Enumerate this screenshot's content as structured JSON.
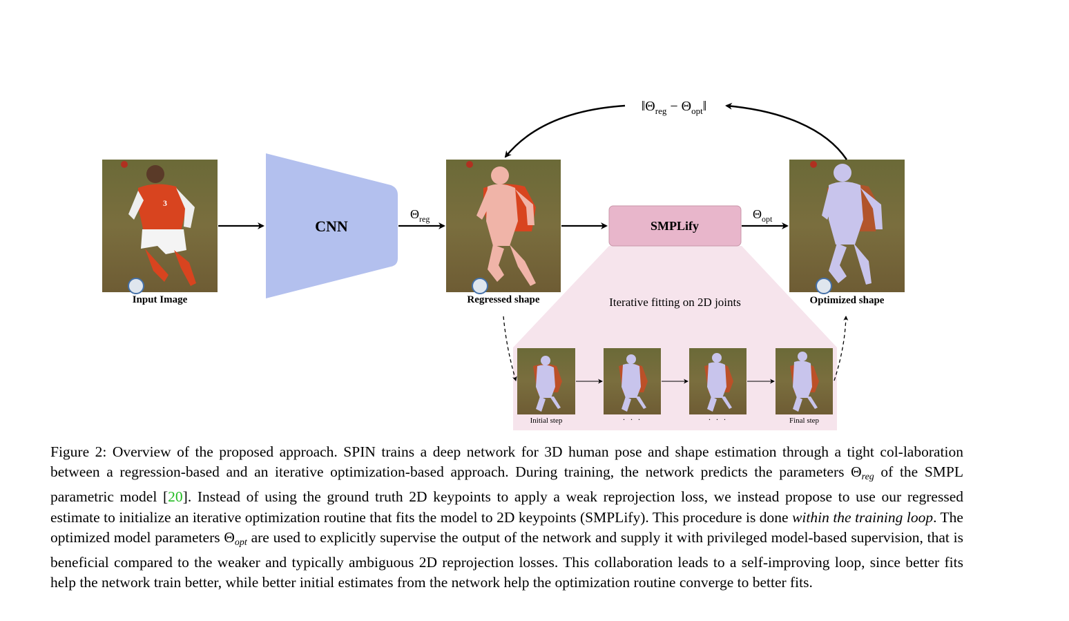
{
  "figure": {
    "input_label": "Input Image",
    "cnn_label": "CNN",
    "theta_reg_symbol": "Θ",
    "theta_reg_sub": "reg",
    "regressed_label": "Regressed shape",
    "smplify_label": "SMPLify",
    "theta_opt_symbol": "Θ",
    "theta_opt_sub": "opt",
    "optimized_label": "Optimized shape",
    "loop_norm_open": "‖Θ",
    "loop_sub_reg": "reg",
    "loop_minus": " − Θ",
    "loop_sub_opt": "opt",
    "loop_norm_close": "‖",
    "iterative_label": "Iterative fitting on 2D joints",
    "steps": [
      {
        "label": "Initial step"
      },
      {
        "label": "· · ·"
      },
      {
        "label": "· · ·"
      },
      {
        "label": "Final step"
      }
    ],
    "colors": {
      "cnn": "#b3c0ee",
      "smplify": "#e8b6cb",
      "fitting_region": "#f6e4ec",
      "grass": "#7a6a3c",
      "jersey": "#d8441f",
      "mesh_regressed": "#f0b4a8",
      "mesh_optimized": "#c8c4ec"
    }
  },
  "caption": {
    "p1": "Figure 2: Overview of the proposed approach. SPIN trains a deep network for 3D human pose and shape estimation through a tight col-laboration between a regression-based and an iterative optimization-based approach. During training, the network predicts the parameters ",
    "theta": "Θ",
    "sub_reg": "reg",
    "p2": " of the SMPL parametric model [",
    "ref": "20",
    "p3": "]. Instead of using the ground truth 2D keypoints to apply a weak reprojection loss, we instead propose to use our regressed estimate to initialize an iterative optimization routine that fits the model to 2D keypoints (SMPLify). This procedure is done ",
    "emph": "within the training loop",
    "p4": ". The optimized model parameters ",
    "theta2": "Θ",
    "sub_opt": "opt",
    "p5": " are used to explicitly supervise the output of the network and supply it with privileged model-based supervision, that is beneficial compared to the weaker and typically ambiguous 2D reprojection losses. This collaboration leads to a self-improving loop, since better fits help the network train better, while better initial estimates from the network help the optimization routine converge to better fits."
  }
}
